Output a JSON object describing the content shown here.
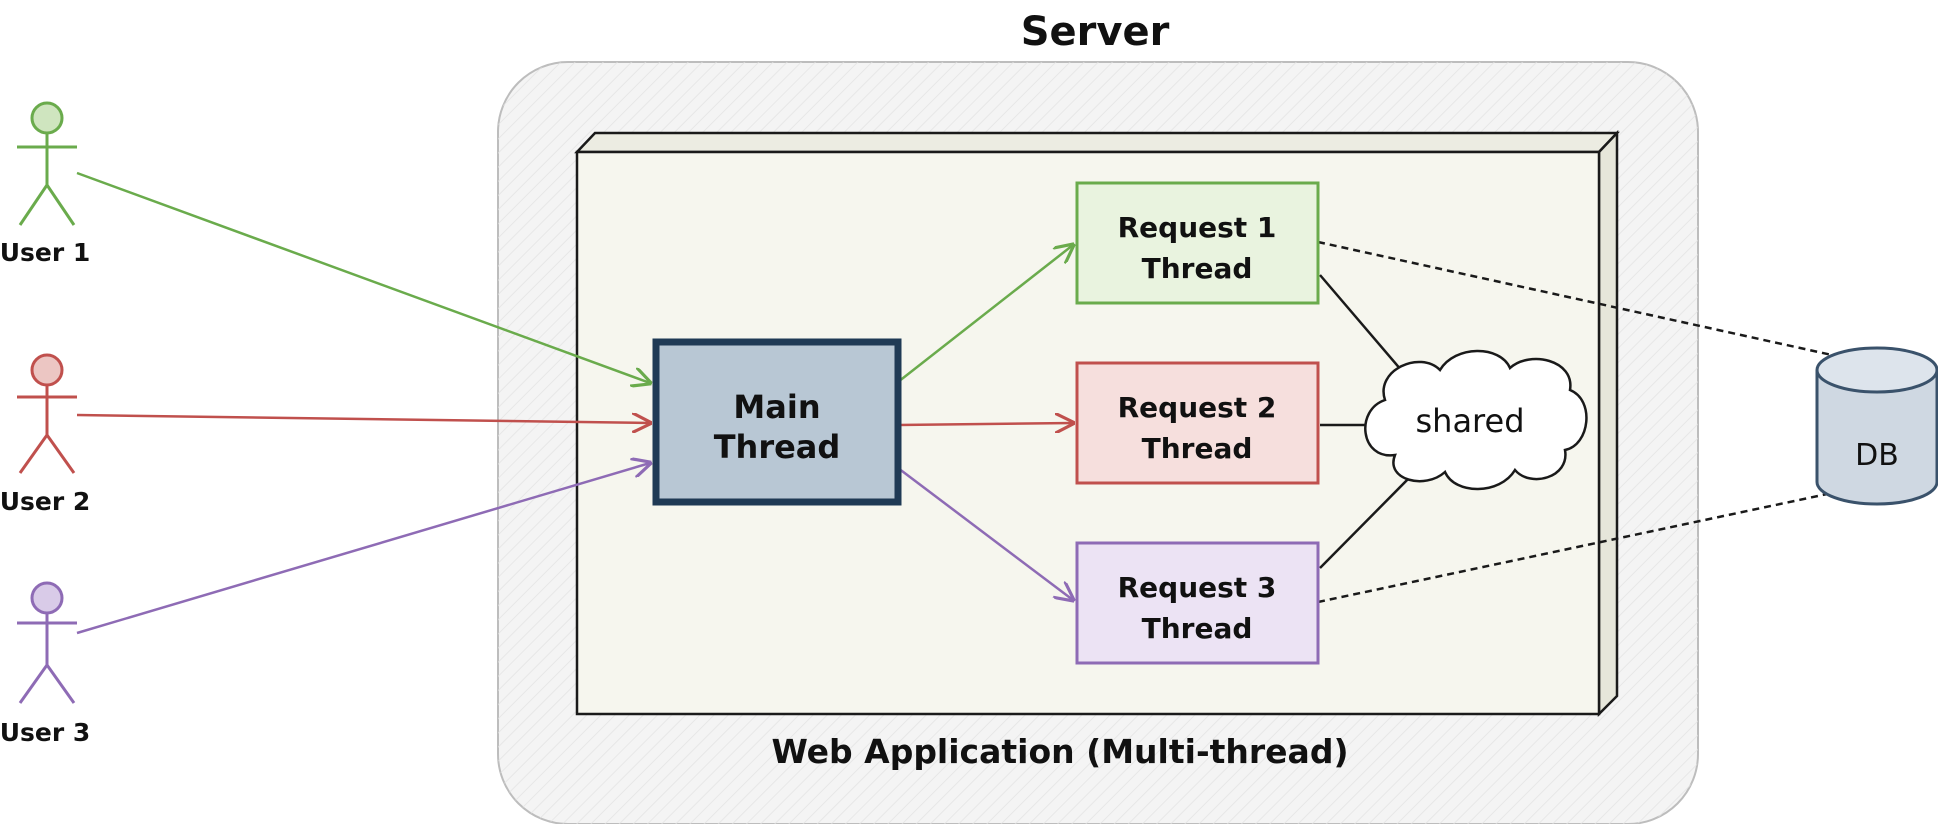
{
  "title": "Server",
  "app_label": "Web Application (Multi-thread)",
  "users": [
    {
      "label": "User 1",
      "color": "#6aab4c"
    },
    {
      "label": "User 2",
      "color": "#c0504d"
    },
    {
      "label": "User 3",
      "color": "#8e6bb5"
    }
  ],
  "main_thread": {
    "line1": "Main",
    "line2": "Thread",
    "fill": "#b8c7d4",
    "stroke": "#1f3a55"
  },
  "request_threads": [
    {
      "line1": "Request 1",
      "line2": "Thread",
      "color": "#6aab4c",
      "fill": "#e9f3df"
    },
    {
      "label": "Request 2",
      "line1": "Request 2",
      "line2": "Thread",
      "color": "#c0504d",
      "fill": "#f6dfdd"
    },
    {
      "line1": "Request 3",
      "line2": "Thread",
      "color": "#8e6bb5",
      "fill": "#ece3f4"
    }
  ],
  "shared_label": "shared",
  "db_label": "DB",
  "colors": {
    "server_fill": "#f4f4f4",
    "server_stroke": "#bdbdbd",
    "app_fill": "#f6f6ee",
    "ink": "#1a1a1a",
    "db_fill": "#cfd8e2",
    "db_stroke": "#3a526b"
  }
}
